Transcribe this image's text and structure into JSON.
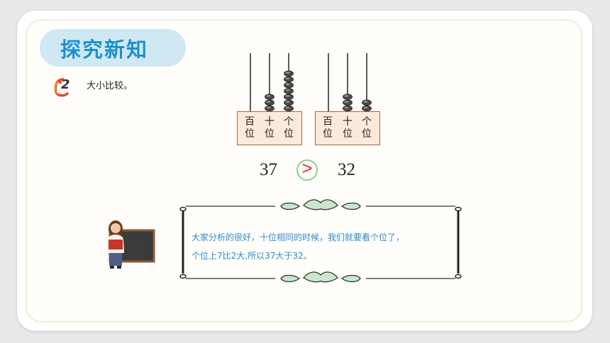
{
  "header": {
    "title": "探究新知"
  },
  "exercise": {
    "number": "2",
    "text": "大小比较。"
  },
  "abacus_left": {
    "labels": [
      {
        "line1": "百",
        "line2": "位"
      },
      {
        "line1": "十",
        "line2": "位"
      },
      {
        "line1": "个",
        "line2": "位"
      }
    ],
    "beads": [
      0,
      3,
      7
    ]
  },
  "abacus_right": {
    "labels": [
      {
        "line1": "百",
        "line2": "位"
      },
      {
        "line1": "十",
        "line2": "位"
      },
      {
        "line1": "个",
        "line2": "位"
      }
    ],
    "beads": [
      0,
      3,
      2
    ]
  },
  "comparison": {
    "left": "37",
    "sign": ">",
    "right": "32"
  },
  "speech": {
    "line1": "大家分析的很好，十位相同的时候，我们就要看个位了，",
    "line2": "个位上7比2大,所以37大于32。"
  },
  "colors": {
    "title": "#1a8fd1",
    "title_pill": "#cfe8f4",
    "speech_text": "#2b8bd0",
    "compare_sign": "#e33030",
    "compare_ring": "#8cd08c",
    "leaf_fill": "#c9e7cf",
    "bead": "#4a4a4a"
  },
  "icons": {
    "exercise_badge": "red-number-badge-icon",
    "teacher": "teacher-with-blackboard-icon",
    "frame_ornament": "green-leaf-ornament-icon"
  }
}
